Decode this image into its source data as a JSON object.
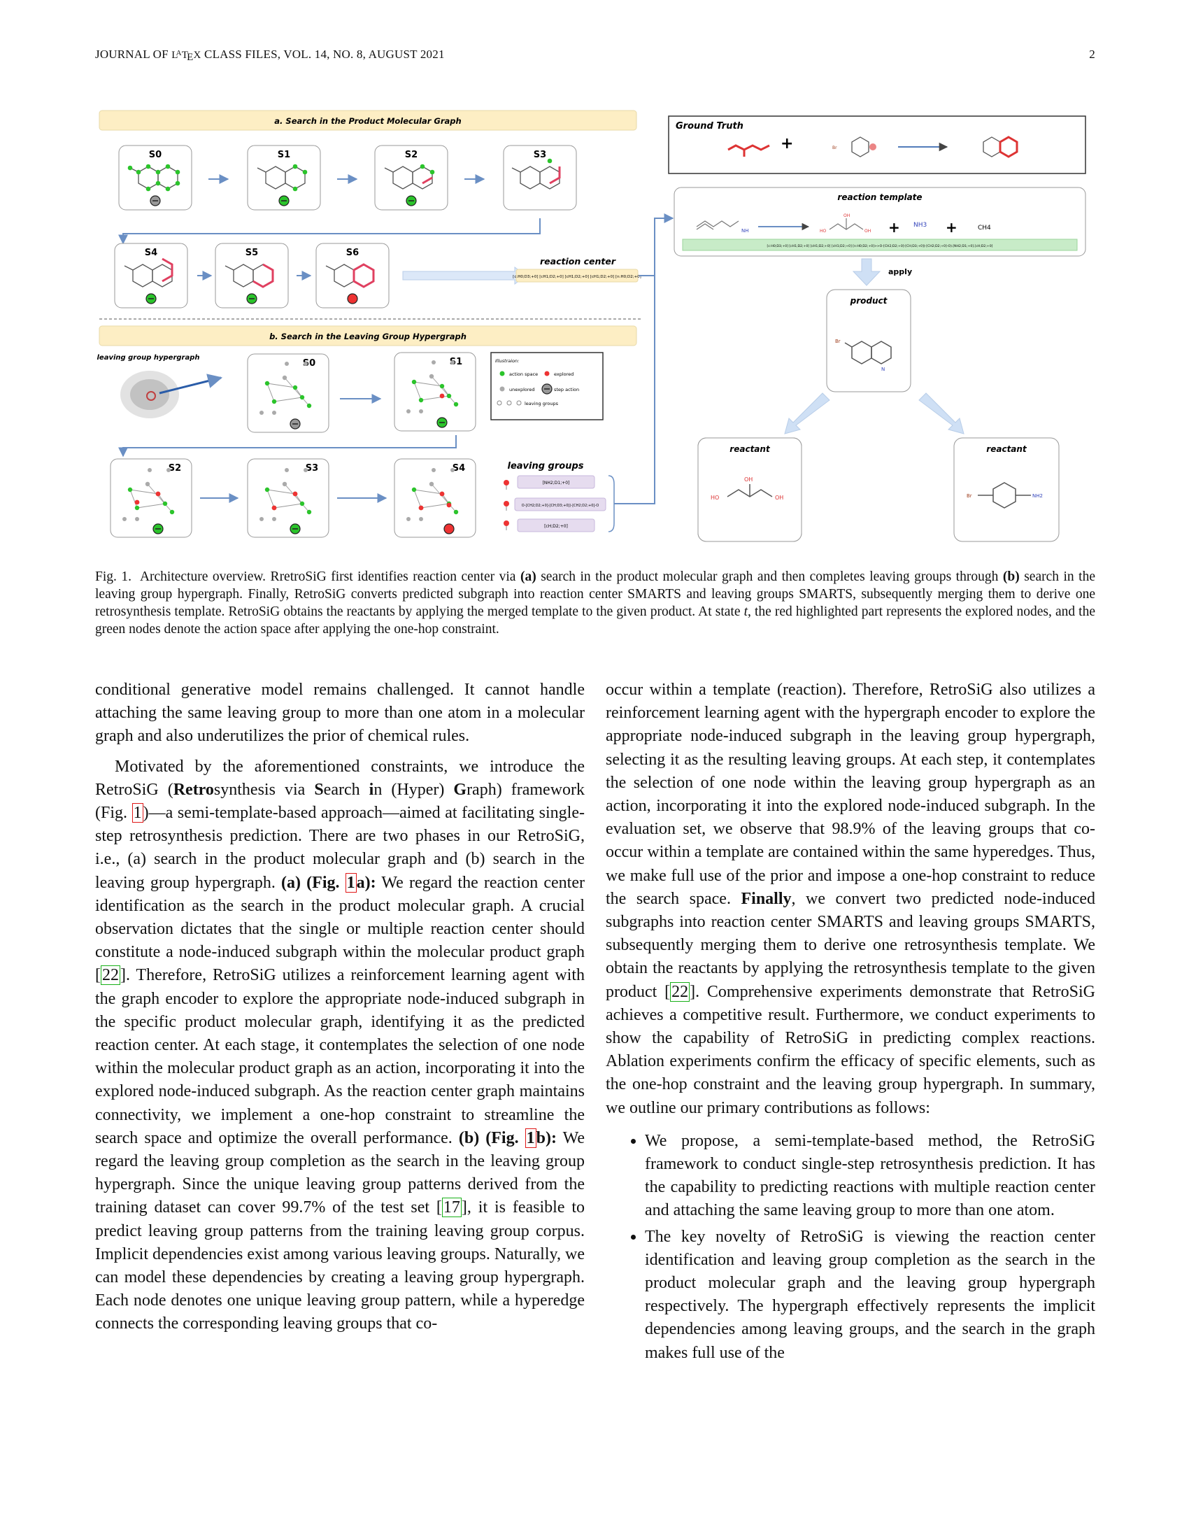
{
  "header": {
    "journal_pre": "JOURNAL OF ",
    "latex": "LaTeX",
    "journal_post": " CLASS FILES, VOL. 14, NO. 8, AUGUST 2021",
    "page_number": "2"
  },
  "figure": {
    "panel_a_title": "a. Search in the Product Molecular Graph",
    "panel_b_title": "b. Search in the Leaving Group Hypergraph",
    "states_a_top": [
      "S0",
      "S1",
      "S2",
      "S3"
    ],
    "states_a_bottom": [
      "S4",
      "S5",
      "S6"
    ],
    "reaction_center_label": "reaction center",
    "reaction_center_smarts": "[c:H0;D3;+0] [cH1;D2;+0] [cH1;D2;+0] [cH1;D2;+0] [n:H0;D2;+0]",
    "hypergraph_label": "leaving group hypergraph",
    "states_b_top": [
      "S0",
      "S1"
    ],
    "states_b_bottom": [
      "S2",
      "S3",
      "S4"
    ],
    "legend": {
      "title": "Illustraion:",
      "action_space": "action space",
      "explored": "explored",
      "unexplored": "unexplored",
      "step_action": "step action",
      "leaving_groups": "leaving groups"
    },
    "leaving_groups_label": "leaving groups",
    "leaving_groups_smarts": [
      "[NH2;D1;+0]",
      "O-[CH2;D2;+0]-[CH;D3;+0](-[CH2;D2;+0]-O",
      "[cH;D2;+0]"
    ],
    "ground_truth_label": "Ground Truth",
    "reaction_template_label": "reaction template",
    "template_smarts": "[c:H0;D3;+0] [cH1;D2;+0] [cH1;D2;+0] [cH1;D2;+0] [n:H0;D2;+0]>>O-[CH2;D2;+0]-[CH;D3;+0](-[CH2;D2;+0]-O).[NH2;D1;+0].[cH;D2;+0]",
    "apply_label": "apply",
    "product_label": "product",
    "reactant_label_1": "reactant",
    "reactant_label_2": "reactant",
    "nh3": "NH3",
    "ch4": "CH4",
    "nh": "NH",
    "br": "Br",
    "n": "N",
    "ho": "HO",
    "oh": "OH",
    "nh2": "NH2",
    "plus": "+"
  },
  "caption": {
    "lead": "Fig. 1.",
    "t1": "Architecture overview. RretroSiG first identifies reaction center via ",
    "a": "(a)",
    "t2": " search in the product molecular graph and then completes leaving groups through ",
    "b": "(b)",
    "t3": " search in the leaving group hypergraph. Finally, RetroSiG converts predicted subgraph into reaction center SMARTS and leaving groups SMARTS, subsequently merging them to derive one retrosynthesis template. RetroSiG obtains the reactants by applying the merged template to the given product. At state ",
    "t": "t",
    "t4": ", the red highlighted part represents the explored nodes, and the green nodes denote the action space after applying the one-hop constraint."
  },
  "left_col": {
    "p1": "conditional generative model remains challenged. It cannot handle attaching the same leaving group to more than one atom in a molecular graph and also underutilizes the prior of chemical rules.",
    "p2_a": "Motivated by the aforementioned constraints, we introduce the RetroSiG (",
    "retro": "Retro",
    "synthesis_via": "synthesis via ",
    "s": "S",
    "earch": "earch ",
    "i": "i",
    "n_hyper": "n (Hyper) ",
    "g": "G",
    "raph": "raph) framework (Fig. ",
    "fig1": "1",
    "p2_b": ")—a semi-template-based approach—aimed at facilitating single-step retrosynthesis prediction. There are two phases in our RetroSiG, i.e., (a) search in the product molecular graph and (b) search in the leaving group hypergraph. ",
    "bold_a": "(a) (Fig. ",
    "fig1a_num": "1",
    "fig1a_letter": "a",
    "bold_close": "):",
    "p2_c": " We regard the reaction center identification as the search in the product molecular graph. A crucial observation dictates that the single or multiple reaction center should constitute a node-induced subgraph within the molecular product graph ",
    "cite22": "22",
    "p2_d": ". Therefore, RetroSiG utilizes a reinforcement learning agent with the graph encoder to explore the appropriate node-induced subgraph in the specific product molecular graph, identifying it as the predicted reaction center. At each stage, it contemplates the selection of one node within the molecular product graph as an action, incorporating it into the explored node-induced subgraph. As the reaction center graph maintains connectivity, we implement a one-hop constraint to streamline the search space and optimize the overall performance. ",
    "bold_b": "(b) (Fig. ",
    "fig1b_num": "1",
    "fig1b_letter": "b",
    "p2_e": " We regard the leaving group completion as the search in the leaving group hypergraph. Since the unique leaving group patterns derived from the training dataset can cover 99.7% of the test set ",
    "cite17": "17",
    "p2_f": ", it is feasible to predict leaving group patterns from the training leaving group corpus. Implicit dependencies exist among various leaving groups. Naturally, we can model these dependencies by creating a leaving group hypergraph. Each node denotes one unique leaving group pattern, while a hyperedge connects the corresponding leaving groups that co-"
  },
  "right_col": {
    "p1_a": "occur within a template (reaction). Therefore, RetroSiG also utilizes a reinforcement learning agent with the hypergraph encoder to explore the appropriate node-induced subgraph in the leaving group hypergraph, selecting it as the resulting leaving groups. At each step, it contemplates the selection of one node within the leaving group hypergraph as an action, incorporating it into the explored node-induced subgraph. In the evaluation set, we observe that 98.9% of the leaving groups that co-occur within a template are contained within the same hyperedges. Thus, we make full use of the prior and impose a one-hop constraint to reduce the search space. ",
    "finally": "Finally",
    "p1_b": ", we convert two predicted node-induced subgraphs into reaction center SMARTS and leaving groups SMARTS, subsequently merging them to derive one retrosynthesis template. We obtain the reactants by applying the retrosynthesis template to the given product ",
    "cite22": "22",
    "p1_c": ". Comprehensive experiments demonstrate that RetroSiG achieves a competitive result. Furthermore, we conduct experiments to show the capability of RetroSiG in predicting complex reactions. Ablation experiments confirm the efficacy of specific elements, such as the one-hop constraint and the leaving group hypergraph. In summary, we outline our primary contributions as follows:",
    "bullets": [
      "We propose, a semi-template-based method, the RetroSiG framework to conduct single-step retrosynthesis prediction. It has the capability to predicting reactions with multiple reaction center and attaching the same leaving group to more than one atom.",
      "The key novelty of RetroSiG is viewing the reaction center identification and leaving group completion as the search in the product molecular graph and the leaving group hypergraph respectively. The hypergraph effectively represents the implicit dependencies among leaving groups, and the search in the graph makes full use of the"
    ]
  }
}
